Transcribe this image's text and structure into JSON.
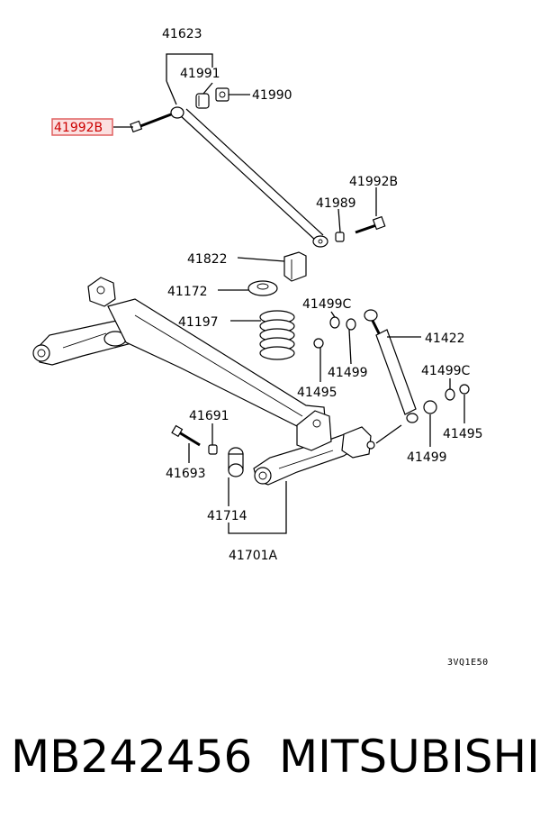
{
  "diagram": {
    "labels": {
      "l41623": "41623",
      "l41991": "41991",
      "l41990": "41990",
      "l41992b_left": "41992B",
      "l41992b_right": "41992B",
      "l41989": "41989",
      "l41822": "41822",
      "l41172": "41172",
      "l41197": "41197",
      "l41499c_top": "41499C",
      "l41422": "41422",
      "l41499_mid": "41499",
      "l41495_left": "41495",
      "l41499c_right": "41499C",
      "l41495_right": "41495",
      "l41499_right": "41499",
      "l41691": "41691",
      "l41693": "41693",
      "l41714": "41714",
      "l41701a": "41701A"
    },
    "code": "3VQ1E50",
    "highlight_color": "#e06060"
  },
  "footer": {
    "part_number": "MB242456",
    "brand": "MITSUBISHI"
  }
}
